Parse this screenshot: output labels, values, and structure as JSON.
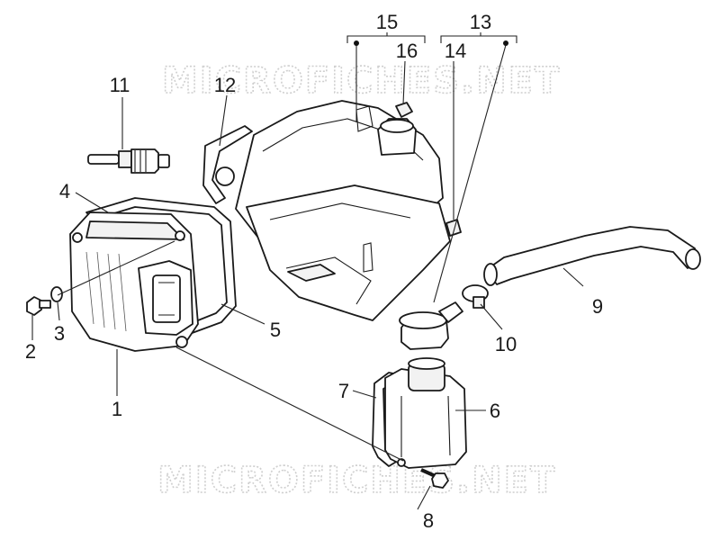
{
  "watermark": "MICROFICHES.NET",
  "callouts": [
    "1",
    "2",
    "3",
    "4",
    "5",
    "6",
    "7",
    "8",
    "9",
    "10",
    "11",
    "12",
    "13",
    "14",
    "15",
    "16"
  ]
}
